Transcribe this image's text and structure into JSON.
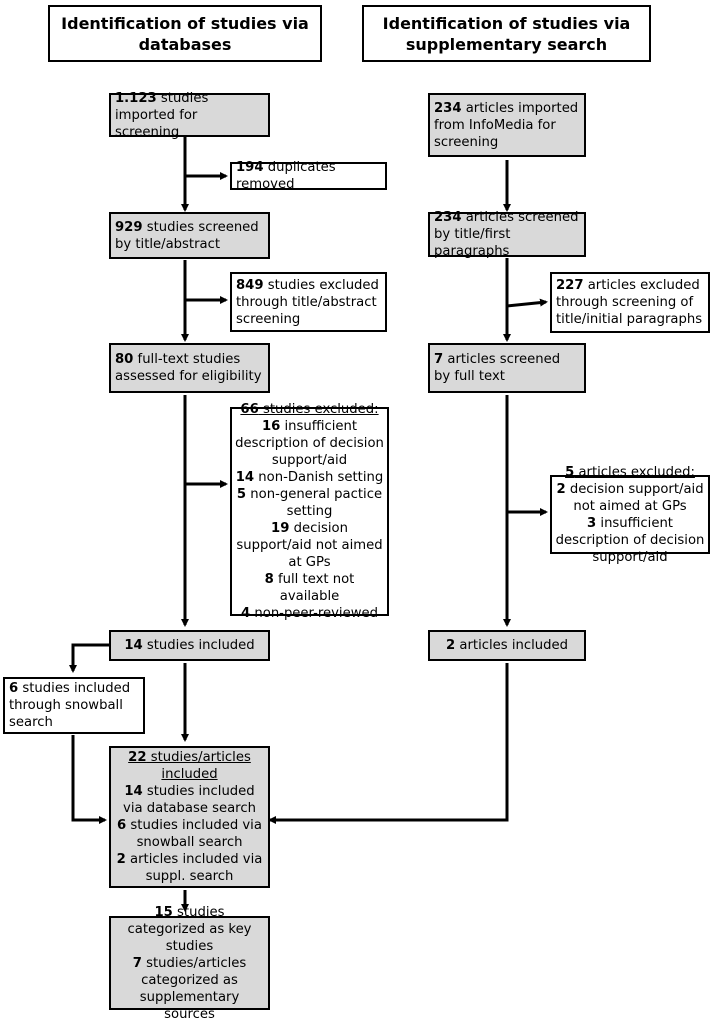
{
  "headers": {
    "databases": "Identification of studies via databases",
    "supplementary": "Identification of studies via supplementary search"
  },
  "left": {
    "imported": {
      "num": "1.123",
      "text": " studies imported for screening"
    },
    "duplicates": {
      "num": "194",
      "text": " duplicates removed"
    },
    "screened": {
      "num": "929",
      "text": " studies screened by title/abstract"
    },
    "excluded_title": {
      "num": "849",
      "text": " studies excluded through title/abstract screening"
    },
    "fulltext": {
      "num": "80",
      "text": " full-text studies assessed for eligibility"
    },
    "excluded_full": {
      "title_num": "66",
      "title_text": " studies excluded:",
      "reasons": [
        {
          "num": "16",
          "text": " insufficient description of decision support/aid"
        },
        {
          "num": "14",
          "text": " non-Danish setting"
        },
        {
          "num": "5",
          "text": " non-general pactice setting"
        },
        {
          "num": "19",
          "text": " decision support/aid not aimed at GPs"
        },
        {
          "num": "8",
          "text": " full text not available"
        },
        {
          "num": "4",
          "text": " non-peer-reviewed"
        }
      ]
    },
    "included": {
      "num": "14",
      "text": " studies included"
    },
    "snowball": {
      "num": "6",
      "text": " studies included through snowball search"
    }
  },
  "right": {
    "imported": {
      "num": "234",
      "text": " articles imported from InfoMedia for screening"
    },
    "screened": {
      "num": "234",
      "text": " articles screened by title/first paragraphs"
    },
    "excluded_title": {
      "num": "227",
      "text": " articles excluded through screening of title/initial paragraphs"
    },
    "fulltext": {
      "num": "7",
      "text": " articles screened by full text"
    },
    "excluded_full": {
      "title_num": "5",
      "title_text": " articles excluded:",
      "reasons": [
        {
          "num": "2",
          "text": " decision support/aid not aimed at GPs"
        },
        {
          "num": "3",
          "text": " insufficient description of decision support/aid"
        }
      ]
    },
    "included": {
      "num": "2",
      "text": " articles included"
    }
  },
  "total": {
    "title_num": "22",
    "title_text": " studies/articles included",
    "items": [
      {
        "num": "14",
        "text": " studies included via database search"
      },
      {
        "num": "6",
        "text": " studies included via snowball search"
      },
      {
        "num": "2",
        "text": " articles included via suppl. search"
      }
    ]
  },
  "categorized": {
    "key_num": "15",
    "key_text": " studies categorized as key studies",
    "supp_num": "7",
    "supp_text": " studies/articles categorized as supplementary sources"
  }
}
